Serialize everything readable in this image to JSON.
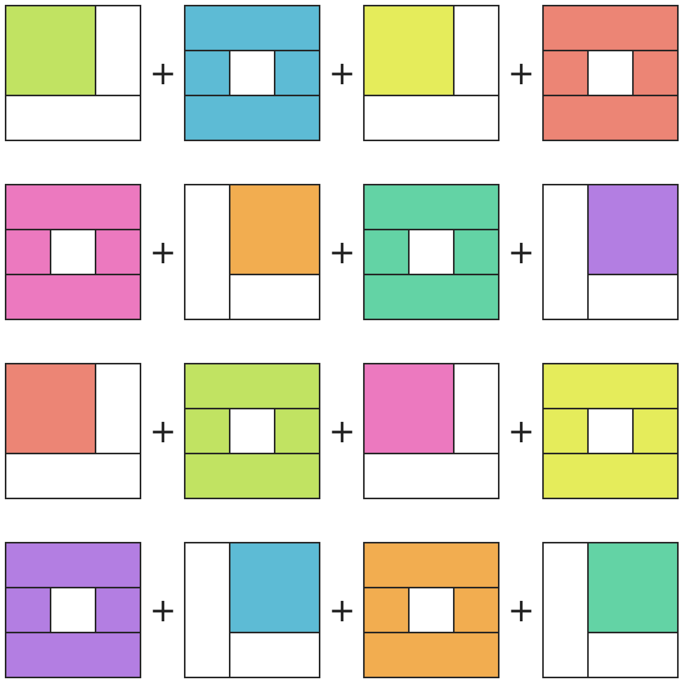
{
  "plus_sign": "+",
  "colors": {
    "green": "#c1e362",
    "blue": "#5dbbd5",
    "yellow": "#e5ec5b",
    "red": "#ec8575",
    "pink": "#ec79bf",
    "orange": "#f2ad50",
    "teal": "#63d3a5",
    "purple": "#b37ee2",
    "stroke": "#222222",
    "empty": "#ffffff"
  },
  "rows": [
    {
      "tiles": [
        {
          "pattern": "corner-top-left",
          "color": "green"
        },
        {
          "pattern": "frame",
          "color": "blue"
        },
        {
          "pattern": "corner-top-left",
          "color": "yellow"
        },
        {
          "pattern": "frame",
          "color": "red"
        }
      ]
    },
    {
      "tiles": [
        {
          "pattern": "frame",
          "color": "pink"
        },
        {
          "pattern": "corner-top-right",
          "color": "orange"
        },
        {
          "pattern": "frame",
          "color": "teal"
        },
        {
          "pattern": "corner-top-right",
          "color": "purple"
        }
      ]
    },
    {
      "tiles": [
        {
          "pattern": "corner-top-left",
          "color": "red"
        },
        {
          "pattern": "frame",
          "color": "green"
        },
        {
          "pattern": "corner-top-left",
          "color": "pink"
        },
        {
          "pattern": "frame",
          "color": "yellow"
        }
      ]
    },
    {
      "tiles": [
        {
          "pattern": "frame",
          "color": "purple"
        },
        {
          "pattern": "corner-top-right",
          "color": "blue"
        },
        {
          "pattern": "frame",
          "color": "orange"
        },
        {
          "pattern": "corner-top-right",
          "color": "teal"
        }
      ]
    }
  ]
}
